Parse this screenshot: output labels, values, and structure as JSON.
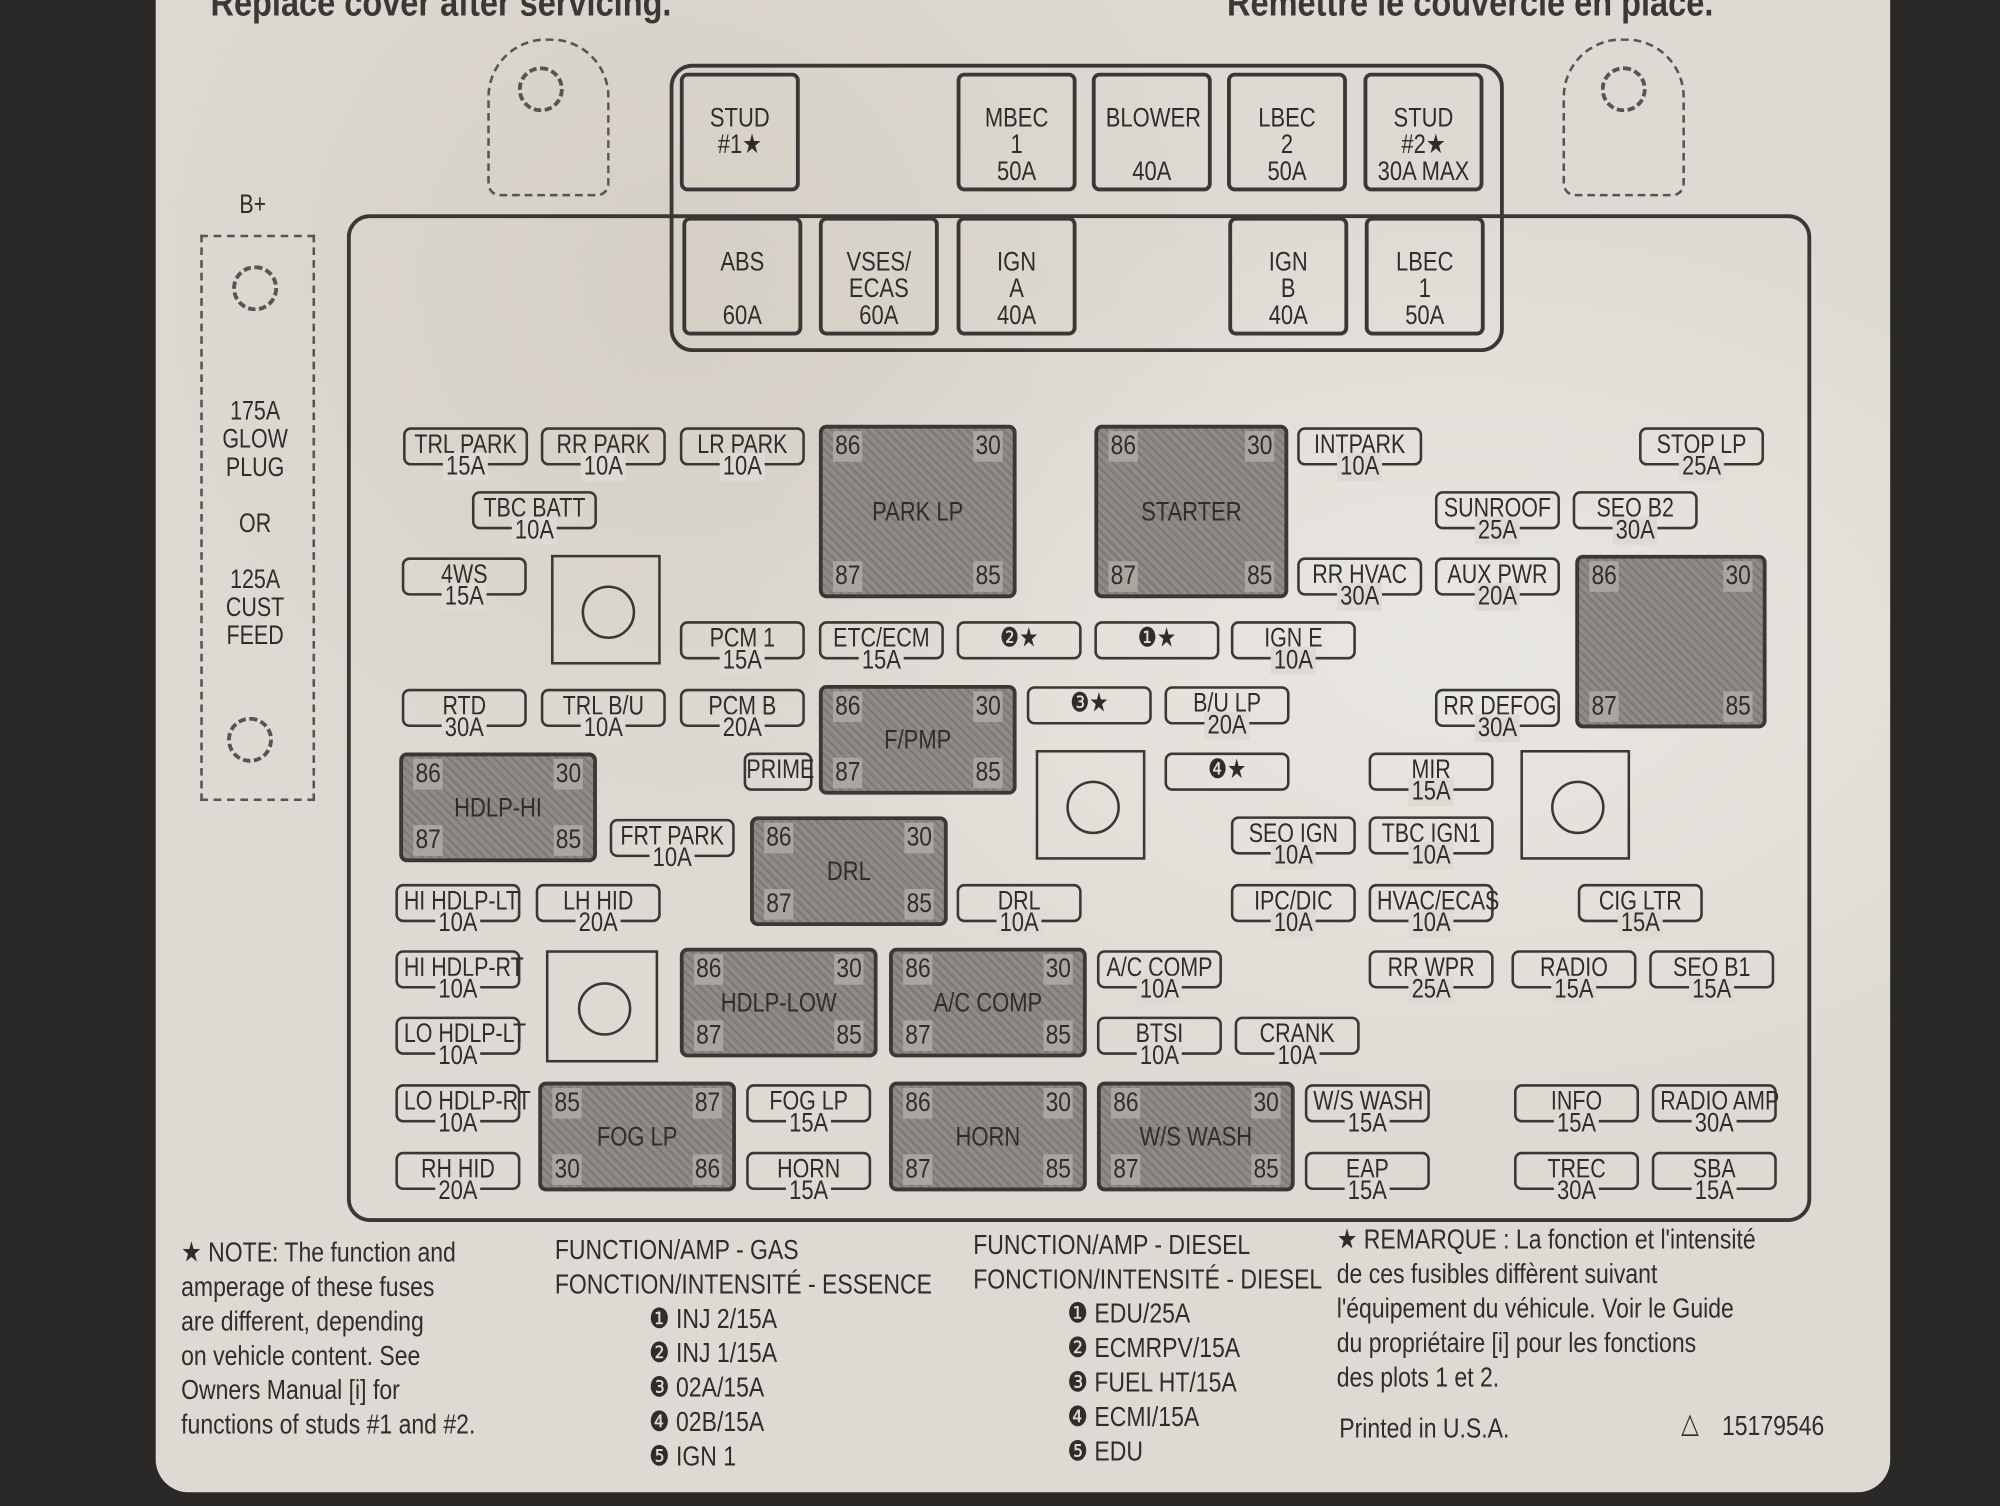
{
  "header": {
    "left": "Replace cover after servicing.",
    "right": "Remettre le couvercle en place."
  },
  "side_feed": {
    "bplus": "B+",
    "lines": [
      "175A",
      "GLOW",
      "PLUG",
      "",
      "OR",
      "",
      "125A",
      "CUST",
      "FEED"
    ]
  },
  "maxi_fuses": [
    {
      "lines": [
        "STUD",
        "#1★",
        ""
      ]
    },
    {
      "lines": [
        "MBEC",
        "1",
        "50A"
      ]
    },
    {
      "lines": [
        "BLOWER",
        "",
        "40A"
      ]
    },
    {
      "lines": [
        "LBEC",
        "2",
        "50A"
      ]
    },
    {
      "lines": [
        "STUD",
        "#2★",
        "30A MAX"
      ]
    },
    {
      "lines": [
        "ABS",
        "",
        "60A"
      ]
    },
    {
      "lines": [
        "VSES/",
        "ECAS",
        "60A"
      ]
    },
    {
      "lines": [
        "IGN",
        "A",
        "40A"
      ]
    },
    {
      "lines": [
        "IGN",
        "B",
        "40A"
      ]
    },
    {
      "lines": [
        "LBEC",
        "1",
        "50A"
      ]
    }
  ],
  "mini_fuses": [
    {
      "label": "TRL PARK",
      "amp": "15A"
    },
    {
      "label": "RR PARK",
      "amp": "10A"
    },
    {
      "label": "LR PARK",
      "amp": "10A"
    },
    {
      "label": "TBC BATT",
      "amp": "10A"
    },
    {
      "label": "4WS",
      "amp": "15A"
    },
    {
      "label": "RTD",
      "amp": "30A"
    },
    {
      "label": "TRL B/U",
      "amp": "10A"
    },
    {
      "label": "PCM B",
      "amp": "20A"
    },
    {
      "label": "PCM 1",
      "amp": "15A"
    },
    {
      "label": "ETC/ECM",
      "amp": "15A"
    },
    {
      "label": "❷★",
      "amp": ""
    },
    {
      "label": "❶★",
      "amp": ""
    },
    {
      "label": "IGN E",
      "amp": "10A"
    },
    {
      "label": "INTPARK",
      "amp": "10A"
    },
    {
      "label": "STOP LP",
      "amp": "25A"
    },
    {
      "label": "SUNROOF",
      "amp": "25A"
    },
    {
      "label": "SEO B2",
      "amp": "30A"
    },
    {
      "label": "RR HVAC",
      "amp": "30A"
    },
    {
      "label": "AUX PWR",
      "amp": "20A"
    },
    {
      "label": "❸★",
      "amp": ""
    },
    {
      "label": "B/U LP",
      "amp": "20A"
    },
    {
      "label": "❹★",
      "amp": ""
    },
    {
      "label": "RR DEFOG",
      "amp": "30A"
    },
    {
      "label": "MIR",
      "amp": "15A"
    },
    {
      "label": "PRIME",
      "amp": ""
    },
    {
      "label": "FRT PARK",
      "amp": "10A"
    },
    {
      "label": "SEO IGN",
      "amp": "10A"
    },
    {
      "label": "TBC IGN1",
      "amp": "10A"
    },
    {
      "label": "HI HDLP-LT",
      "amp": "10A"
    },
    {
      "label": "LH HID",
      "amp": "20A"
    },
    {
      "label": "DRL",
      "amp": "10A"
    },
    {
      "label": "IPC/DIC",
      "amp": "10A"
    },
    {
      "label": "HVAC/ECAS",
      "amp": "10A"
    },
    {
      "label": "CIG LTR",
      "amp": "15A"
    },
    {
      "label": "HI HDLP-RT",
      "amp": "10A"
    },
    {
      "label": "A/C COMP",
      "amp": "10A"
    },
    {
      "label": "RR WPR",
      "amp": "25A"
    },
    {
      "label": "RADIO",
      "amp": "15A"
    },
    {
      "label": "SEO B1",
      "amp": "15A"
    },
    {
      "label": "LO HDLP-LT",
      "amp": "10A"
    },
    {
      "label": "BTSI",
      "amp": "10A"
    },
    {
      "label": "CRANK",
      "amp": "10A"
    },
    {
      "label": "LO HDLP-RT",
      "amp": "10A"
    },
    {
      "label": "FOG LP",
      "amp": "15A"
    },
    {
      "label": "W/S WASH",
      "amp": "15A"
    },
    {
      "label": "INFO",
      "amp": "15A"
    },
    {
      "label": "RADIO AMP",
      "amp": "30A"
    },
    {
      "label": "RH HID",
      "amp": "20A"
    },
    {
      "label": "HORN",
      "amp": "15A"
    },
    {
      "label": "EAP",
      "amp": "15A"
    },
    {
      "label": "TREC",
      "amp": "30A"
    },
    {
      "label": "SBA",
      "amp": "15A"
    }
  ],
  "relays": [
    {
      "label": "PARK LP",
      "pins": [
        "86",
        "30",
        "87",
        "85"
      ]
    },
    {
      "label": "STARTER",
      "pins": [
        "86",
        "30",
        "87",
        "85"
      ]
    },
    {
      "label": "",
      "pins": [
        "86",
        "30",
        "87",
        "85"
      ]
    },
    {
      "label": "F/PMP",
      "pins": [
        "86",
        "30",
        "87",
        "85"
      ]
    },
    {
      "label": "HDLP-HI",
      "pins": [
        "86",
        "30",
        "87",
        "85"
      ]
    },
    {
      "label": "DRL",
      "pins": [
        "86",
        "30",
        "87",
        "85"
      ]
    },
    {
      "label": "HDLP-LOW",
      "pins": [
        "86",
        "30",
        "87",
        "85"
      ]
    },
    {
      "label": "A/C COMP",
      "pins": [
        "86",
        "30",
        "87",
        "85"
      ]
    },
    {
      "label": "FOG LP",
      "pins": [
        "85",
        "87",
        "30",
        "86"
      ]
    },
    {
      "label": "HORN",
      "pins": [
        "86",
        "30",
        "87",
        "85"
      ]
    },
    {
      "label": "W/S WASH",
      "pins": [
        "86",
        "30",
        "87",
        "85"
      ]
    }
  ],
  "footer": {
    "note_en": [
      "★ NOTE: The function and",
      "amperage of these fuses",
      "are different, depending",
      "on vehicle content. See",
      "Owners Manual [i] for",
      "functions of studs #1 and #2."
    ],
    "gas": {
      "title": [
        "FUNCTION/AMP - GAS",
        "FONCTION/INTENSITÉ - ESSENCE"
      ],
      "items": [
        "❶ INJ 2/15A",
        "❷ INJ 1/15A",
        "❸ 02A/15A",
        "❹ 02B/15A",
        "❺ IGN 1"
      ]
    },
    "diesel": {
      "title": [
        "FUNCTION/AMP - DIESEL",
        "FONCTION/INTENSITÉ - DIESEL"
      ],
      "items": [
        "❶ EDU/25A",
        "❷ ECMRPV/15A",
        "❸ FUEL HT/15A",
        "❹ ECMI/15A",
        "❺ EDU"
      ]
    },
    "note_fr": [
      "★ REMARQUE : La fonction et l'intensité",
      "de ces fusibles diffèrent suivant",
      "l'équipement du véhicule. Voir le Guide",
      "du propriétaire [i] pour les fonctions",
      "des plots 1 et 2."
    ],
    "printed": "Printed in U.S.A.",
    "part_number": "15179546"
  }
}
